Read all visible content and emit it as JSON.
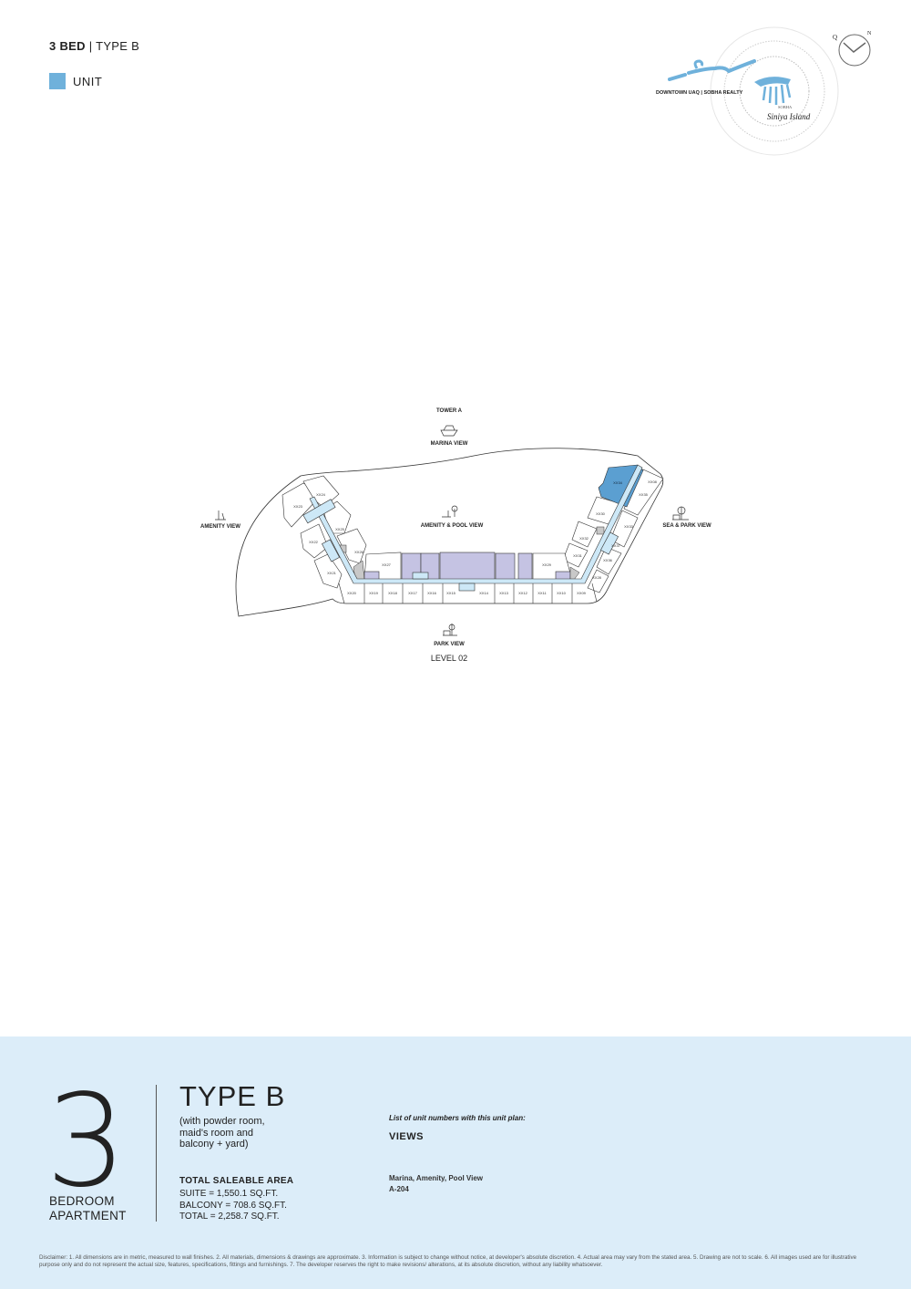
{
  "header": {
    "bed": "3 BED",
    "separator": " | ",
    "type": "TYPE B"
  },
  "legend": {
    "label": "UNIT",
    "color": "#6fb1db"
  },
  "logo": {
    "caption": "DOWNTOWN UAQ | SOBHA REALTY",
    "brand_small": "SOBHA",
    "brand_script": "Siniya Island",
    "compass_q": "Q",
    "compass_n": "N"
  },
  "plan": {
    "tower": "TOWER A",
    "views": {
      "top": "MARINA VIEW",
      "left": "AMENITY VIEW",
      "center": "AMENITY & POOL VIEW",
      "right": "SEA & PARK VIEW",
      "bottom": "PARK VIEW"
    },
    "level": "LEVEL 02",
    "units_bottom": [
      "XX20",
      "XX19",
      "XX18",
      "XX17",
      "XX16",
      "XX15",
      "XX14",
      "XX13",
      "XX12",
      "XX11",
      "XX10",
      "XX09"
    ],
    "units_left": [
      "XX23",
      "XX24",
      "XX25",
      "XX22",
      "XX26",
      "XX21",
      "XX27"
    ],
    "units_right": [
      "XX28",
      "XX29",
      "XX30",
      "XX31",
      "XX32",
      "XX33",
      "XX34",
      "XX35",
      "XX36",
      "XX37",
      "XX08"
    ],
    "colors": {
      "highlight": "#5b9fd1",
      "corridor": "#cde8f7",
      "amenity": "#c5c3e3",
      "core": "#c8c8c8"
    }
  },
  "summary": {
    "bedrooms": "3",
    "bedroom_label": [
      "BEDROOM",
      "APARTMENT"
    ],
    "type": "TYPE B",
    "description": "(with powder room, maid's room and balcony + yard)",
    "area_title": "TOTAL SALEABLE AREA",
    "suite": "SUITE = 1,550.1 SQ.FT.",
    "balcony": "BALCONY = 708.6 SQ.FT.",
    "total": "TOTAL = 2,258.7 SQ.FT.",
    "list_title": "List of unit numbers with this unit plan:",
    "views_title": "VIEWS",
    "view_desc": "Marina, Amenity, Pool View",
    "unit_no": "A-204"
  },
  "disclaimer": "Disclaimer: 1. All dimensions are in metric, measured to wall finishes. 2. All materials, dimensions & drawings are approximate. 3. Information is subject to change without notice, at developer's absolute discretion. 4. Actual area may vary from the stated area. 5. Drawing are not to scale. 6. All images used are for illustrative purpose only and do not represent the actual size, features, specifications, fittings and furnishings. 7. The developer reserves the right to make revisions/ alterations, at its absolute discretion, without any liability whatsoever."
}
